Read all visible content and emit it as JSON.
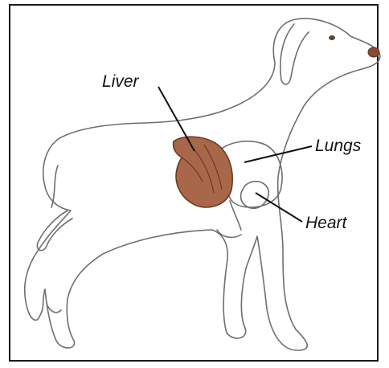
{
  "labels": {
    "liver": "Liver",
    "lungs": "Lungs",
    "heart": "Heart"
  },
  "colors": {
    "liver_fill": "#a9674a",
    "liver_stroke": "#6b3a23",
    "outline": "#6e6e6e",
    "leader_line": "#111111",
    "frame": "#1a1a1a"
  }
}
